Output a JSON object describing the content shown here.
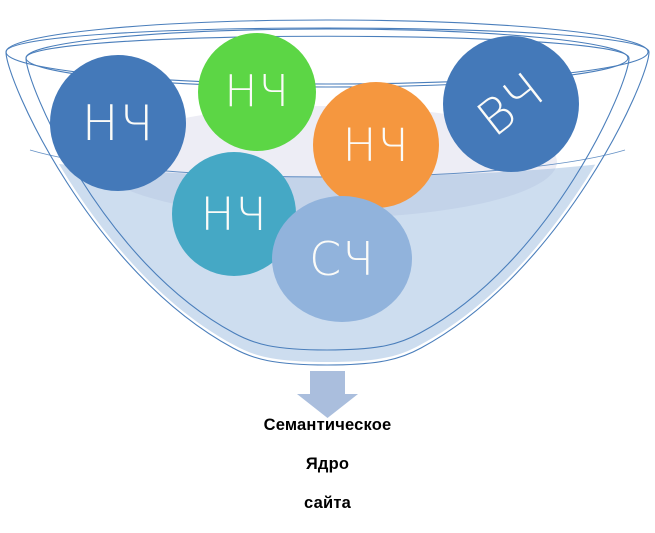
{
  "diagram": {
    "title_caption_lines": [
      "Семантическое",
      "Ядро",
      "сайта"
    ],
    "bubbles": [
      {
        "id": "nch-1",
        "label": "НЧ",
        "color": "#4479b9",
        "name": "low-frequency-keyword-bubble"
      },
      {
        "id": "nch-2",
        "label": "НЧ",
        "color": "#5cd645",
        "name": "low-frequency-keyword-bubble"
      },
      {
        "id": "vch",
        "label": "ВЧ",
        "color": "#4479b9",
        "name": "high-frequency-keyword-bubble"
      },
      {
        "id": "nch-3",
        "label": "НЧ",
        "color": "#f5973f",
        "name": "low-frequency-keyword-bubble"
      },
      {
        "id": "nch-4",
        "label": "НЧ",
        "color": "#45a8c5",
        "name": "low-frequency-keyword-bubble"
      },
      {
        "id": "sch",
        "label": "СЧ",
        "color": "#91b3dc",
        "name": "mid-frequency-keyword-bubble"
      }
    ],
    "funnel": {
      "outline_color": "#4a7ebb",
      "band_color": "#ededf5",
      "overlay_color": "#91b3dc",
      "fill_color": "#ffffff"
    },
    "arrow": {
      "color": "#aabedd",
      "direction": "down"
    }
  }
}
